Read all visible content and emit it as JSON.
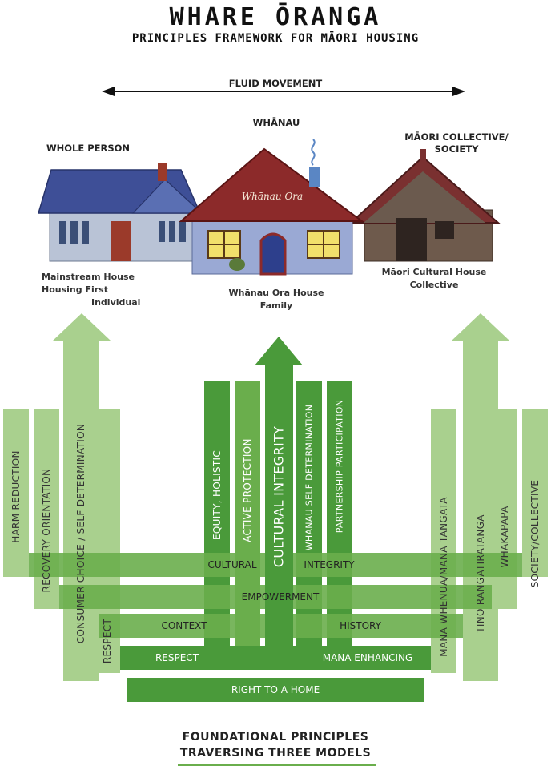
{
  "header": {
    "title": "WHARE ŌRANGA",
    "subtitle": "PRINCIPLES FRAMEWORK FOR MĀORI HOUSING"
  },
  "movement": {
    "label": "FLUID MOVEMENT"
  },
  "columns": {
    "left": {
      "title": "WHOLE PERSON",
      "caption_1": "Mainstream House",
      "caption_2": "Housing First",
      "caption_3": "Individual"
    },
    "center": {
      "title": "WHĀNAU",
      "roof_text": "Whānau Ora",
      "caption_1": "Whānau Ora House",
      "caption_2": "Family"
    },
    "right": {
      "title_1": "MĀORI COLLECTIVE/",
      "title_2": "SOCIETY",
      "caption_1": "Māori Cultural House",
      "caption_2": "Collective"
    }
  },
  "vertical_bars": {
    "harm_reduction": "HARM REDUCTION",
    "recovery_orientation": "RECOVERY ORIENTATION",
    "consumer_choice": "CONSUMER CHOICE / SELF DETERMINATION",
    "respect": "RESPECT",
    "equity_holistic": "EQUITY, HOLISTIC",
    "active_protection": "ACTIVE PROTECTION",
    "cultural_integrity": "CULTURAL INTEGRITY",
    "whanau_self_determination": "WHANAU SELF DETERMINATION",
    "partnership_participation": "PARTNERSHIP PARTICIPATION",
    "mana_whenua": "MANA WHENUA/MANA TANGATA",
    "tino_rangatiratanga": "TINO RANGATIRATANGA",
    "whakapapa": "WHAKAPAPA",
    "society_collective": "SOCIETY/COLLECTIVE"
  },
  "horizontal_bars": {
    "cultural": "CULTURAL",
    "integrity": "INTEGRITY",
    "empowerment": "EMPOWERMENT",
    "context": "CONTEXT",
    "history": "HISTORY",
    "respect": "RESPECT",
    "mana_enhancing": "MANA ENHANCING",
    "right_to_home": "RIGHT TO A HOME"
  },
  "footer": {
    "line_1": "FOUNDATIONAL PRINCIPLES",
    "line_2": "TRAVERSING THREE MODELS"
  },
  "colors": {
    "dark_green": "#4a9a3a",
    "mid_green": "#6aae4c",
    "light_green": "#a9d08e",
    "pale_green": "#c6e0b0"
  }
}
